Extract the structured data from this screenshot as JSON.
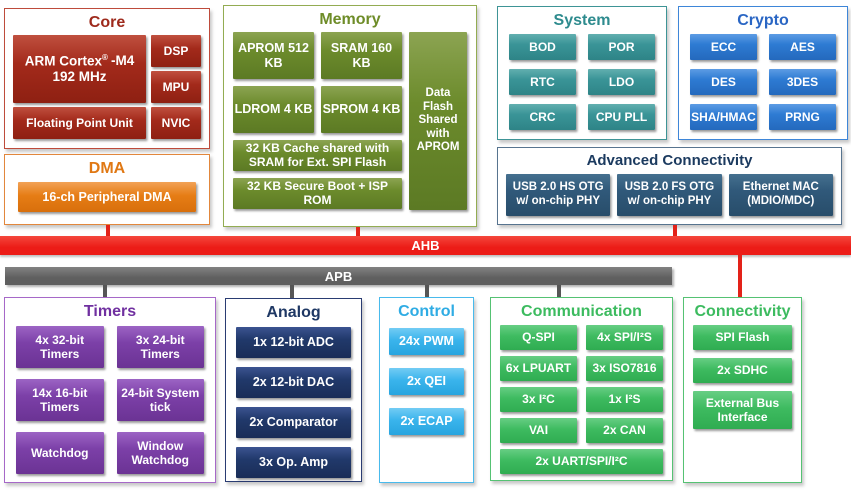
{
  "core": {
    "title": "Core",
    "cpu_brand": "ARM Cortex",
    "cpu_reg": "®",
    "cpu_suffix": "-M4",
    "cpu_freq": "192 MHz",
    "dsp": "DSP",
    "mpu": "MPU",
    "fpu": "Floating Point Unit",
    "nvic": "NVIC"
  },
  "dma": {
    "title": "DMA",
    "pdma": "16-ch Peripheral DMA"
  },
  "memory": {
    "title": "Memory",
    "aprom": "APROM 512 KB",
    "sram": "SRAM 160 KB",
    "ldrom": "LDROM 4 KB",
    "sprom": "SPROM 4 KB",
    "cache": "32 KB Cache shared with SRAM for Ext. SPI Flash",
    "secure_boot": "32 KB Secure Boot + ISP ROM",
    "data_flash": "Data Flash Shared with APROM"
  },
  "system": {
    "title": "System",
    "blocks": [
      "BOD",
      "POR",
      "RTC",
      "LDO",
      "CRC",
      "CPU PLL"
    ]
  },
  "crypto": {
    "title": "Crypto",
    "blocks": [
      "ECC",
      "AES",
      "DES",
      "3DES",
      "SHA/HMAC",
      "PRNG"
    ]
  },
  "adv_connectivity": {
    "title": "Advanced Connectivity",
    "blocks": [
      "USB 2.0 HS OTG w/ on-chip PHY",
      "USB 2.0 FS OTG w/ on-chip PHY",
      "Ethernet MAC (MDIO/MDC)"
    ]
  },
  "buses": {
    "ahb": "AHB",
    "apb": "APB"
  },
  "timers": {
    "title": "Timers",
    "blocks": [
      "4x 32-bit Timers",
      "3x 24-bit Timers",
      "14x 16-bit Timers",
      "24-bit System tick",
      "Watchdog",
      "Window Watchdog"
    ]
  },
  "analog": {
    "title": "Analog",
    "blocks": [
      "1x 12-bit ADC",
      "2x 12-bit DAC",
      "2x Comparator",
      "3x Op. Amp"
    ]
  },
  "control": {
    "title": "Control",
    "blocks": [
      "24x PWM",
      "2x QEI",
      "2x ECAP"
    ]
  },
  "communication": {
    "title": "Communication",
    "blocks": [
      "Q-SPI",
      "4x SPI/I²S",
      "6x LPUART",
      "3x ISO7816",
      "3x I²C",
      "1x I²S",
      "VAI",
      "2x CAN"
    ],
    "wide_block": "2x UART/SPI/I²C"
  },
  "connectivity": {
    "title": "Connectivity",
    "blocks": [
      "SPI Flash",
      "2x SDHC",
      "External Bus Interface"
    ]
  },
  "colors": {
    "ahb_bus": "#EC1C17",
    "apb_bus": "#6E6E6E",
    "core_red": "#A32A1B",
    "dma_orange": "#E67D15",
    "memory_olive": "#6C8B2C",
    "system_teal": "#3A9497",
    "crypto_blue": "#2E7BD3",
    "adv_conn_steel": "#30597A",
    "timers_purple": "#7C40A8",
    "analog_navy": "#21396B",
    "control_cyan": "#3AB4EC",
    "comm_green": "#3EBB60"
  }
}
